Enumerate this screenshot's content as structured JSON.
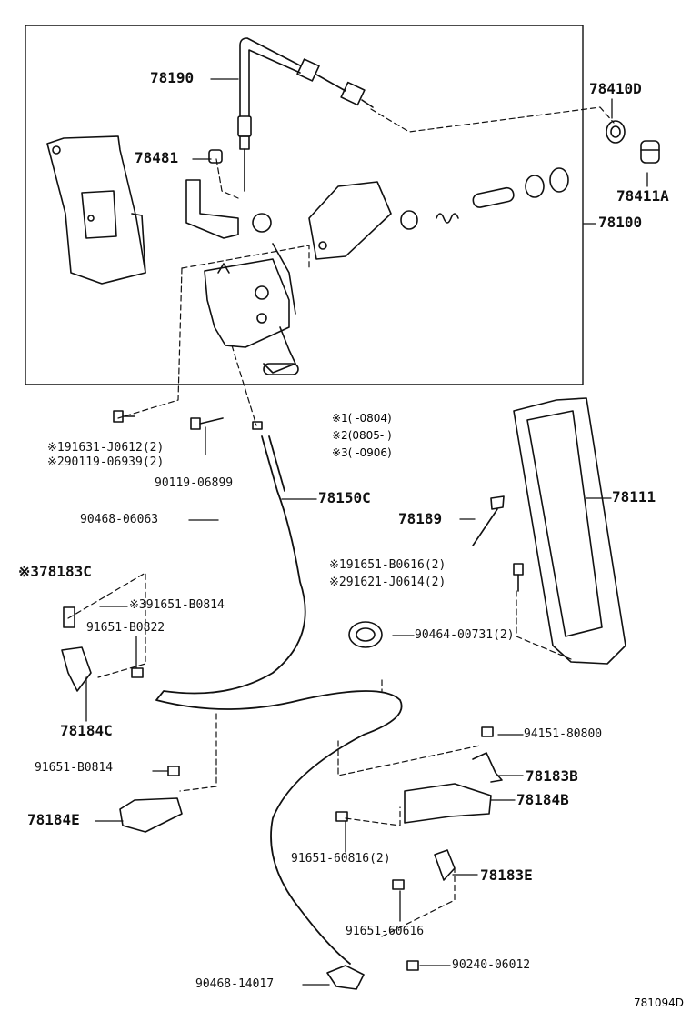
{
  "labels": {
    "p78190": "78190",
    "p78410d": "78410D",
    "p78481": "78481",
    "p78411a": "78411A",
    "p78100": "78100",
    "p91631": "※191631-J0612(2)",
    "p90119a": "※290119-06939(2)",
    "p90119b": "90119-06899",
    "p78150c": "78150C",
    "p90468a": "90468-06063",
    "p78189": "78189",
    "p91651b0616": "※191651-B0616(2)",
    "p91621": "※291621-J0614(2)",
    "p78111": "78111",
    "p78183c": "※378183C",
    "p91651b0814a": "※391651-B0814",
    "p91651b0822": "91651-B0822",
    "p90464": "90464-00731(2)",
    "p78184c": "78184C",
    "p94151": "94151-80800",
    "p91651b0814b": "91651-B0814",
    "p78183b": "78183B",
    "p78184e": "78184E",
    "p78184b": "78184B",
    "p91651_60816": "91651-60816(2)",
    "p78183e": "78183E",
    "p91651_60616": "91651-60616",
    "p90240": "90240-06012",
    "p90468b": "90468-14017"
  },
  "notes": {
    "n1": "※1(  -0804)",
    "n2": "※2(0805-   )",
    "n3": "※3(  -0906)"
  },
  "figure_id": "781094D"
}
